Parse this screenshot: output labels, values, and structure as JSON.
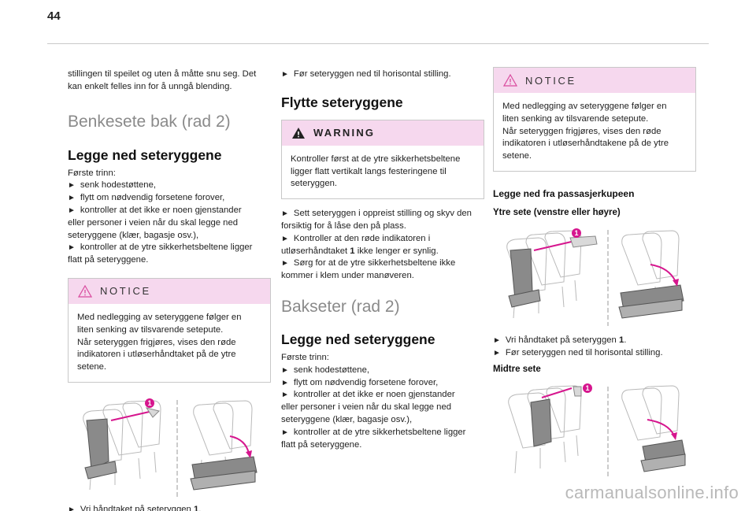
{
  "page_number": "44",
  "col1": {
    "intro_lines": [
      "stillingen til speilet og uten å måtte snu seg. Det",
      "kan enkelt felles inn for å unngå blending."
    ],
    "section_title": "Benkesete bak (rad 2)",
    "heading": "Legge ned seteryggene",
    "steps_lines": [
      {
        "arrow": false,
        "text": "Første trinn:"
      },
      {
        "arrow": true,
        "text": "senk hodestøttene,"
      },
      {
        "arrow": true,
        "text": "flytt om nødvendig forsetene forover,"
      },
      {
        "arrow": true,
        "text": "kontroller at det ikke er noen gjenstander"
      },
      {
        "arrow": false,
        "text": "eller personer i veien når du skal legge ned"
      },
      {
        "arrow": false,
        "text": "seteryggene (klær, bagasje osv.),"
      },
      {
        "arrow": true,
        "text": "kontroller at de ytre sikkerhetsbeltene ligger"
      },
      {
        "arrow": false,
        "text": "flatt på seteryggene."
      }
    ],
    "notice": {
      "title": "NOTICE",
      "lines": [
        "Med nedlegging av seteryggene følger en",
        "liten senking av tilsvarende setepute.",
        "Når seteryggen frigjøres, vises den røde",
        "indikatoren i utløserhåndtaket på de ytre",
        "setene."
      ]
    },
    "figure_callout": "1",
    "caption_prefix": "Vri håndtaket på seteryggen ",
    "caption_bold": "1",
    "caption_suffix": "."
  },
  "col2": {
    "step_top": "Før seteryggen ned til horisontal stilling.",
    "heading": "Flytte seteryggene",
    "warning": {
      "title": "WARNING",
      "lines": [
        "Kontroller først at de ytre sikkerhetsbeltene",
        "ligger flatt vertikalt langs festeringene til",
        "seteryggen."
      ]
    },
    "steps_lines": [
      {
        "arrow": true,
        "text": "Sett seteryggen i oppreist stilling og skyv den"
      },
      {
        "arrow": false,
        "text": "forsiktig for å låse den på plass."
      },
      {
        "arrow": true,
        "text": "Kontroller at den røde indikatoren i"
      },
      {
        "arrow": false,
        "text": "utløserhåndtaket ",
        "bold": "1",
        "after": " ikke lenger er synlig."
      },
      {
        "arrow": true,
        "text": "Sørg for at de ytre sikkerhetsbeltene ikke"
      },
      {
        "arrow": false,
        "text": "kommer i klem under manøveren."
      }
    ],
    "section_title": "Bakseter (rad 2)",
    "heading2": "Legge ned seteryggene",
    "steps2_lines": [
      {
        "arrow": false,
        "text": "Første trinn:"
      },
      {
        "arrow": true,
        "text": "senk hodestøttene,"
      },
      {
        "arrow": true,
        "text": "flytt om nødvendig forsetene forover,"
      },
      {
        "arrow": true,
        "text": "kontroller at det ikke er noen gjenstander"
      },
      {
        "arrow": false,
        "text": "eller personer i veien når du skal legge ned"
      },
      {
        "arrow": false,
        "text": "seteryggene (klær, bagasje osv.),"
      },
      {
        "arrow": true,
        "text": "kontroller at de ytre sikkerhetsbeltene ligger"
      },
      {
        "arrow": false,
        "text": "flatt på seteryggene."
      }
    ]
  },
  "col3": {
    "notice": {
      "title": "NOTICE",
      "lines": [
        "Med nedlegging av seteryggene følger en",
        "liten senking av tilsvarende setepute.",
        "Når seteryggen frigjøres, vises den røde",
        "indikatoren i utløserhåndtakene på de ytre",
        "setene."
      ]
    },
    "heading": "Legge ned fra passasjerkupeen",
    "subheading": "Ytre sete (venstre eller høyre)",
    "figure1_callout": "1",
    "steps_lines": [
      {
        "arrow": true,
        "text": "Vri håndtaket på seteryggen ",
        "bold": "1",
        "after": "."
      },
      {
        "arrow": true,
        "text": "Før seteryggen ned til horisontal stilling."
      }
    ],
    "subheading2": "Midtre sete",
    "figure2_callout": "1"
  },
  "watermark": "carmanualsonline.info",
  "colors": {
    "box_header": "#f6d8ee",
    "accent_magenta": "#d6168e",
    "section_grey": "#8a8a8a"
  }
}
